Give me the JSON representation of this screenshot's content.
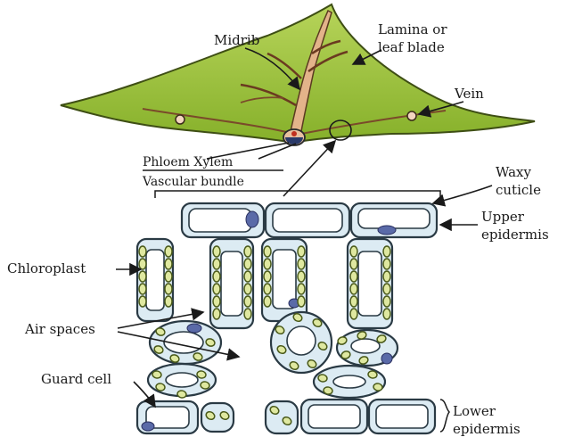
{
  "labels": {
    "midrib": "Midrib",
    "lamina_line1": "Lamina or",
    "lamina_line2": "leaf blade",
    "vein": "Vein",
    "phloem_xylem": "Phloem Xylem",
    "vascular_bundle": "Vascular bundle",
    "waxy_line1": "Waxy",
    "waxy_line2": "cuticle",
    "upper_line1": "Upper",
    "upper_line2": "epidermis",
    "chloroplast": "Chloroplast",
    "air_spaces": "Air spaces",
    "guard_cell": "Guard cell",
    "lower_line1": "Lower",
    "lower_line2": "epidermis"
  },
  "colors": {
    "leaf_fill": "#9cc43a",
    "leaf_outline": "#4a5a1a",
    "midrib_fill": "#e8b88a",
    "cell_fill": "#dcebf3",
    "chloroplast_fill": "#dfe8a0",
    "nucleus_fill": "#5a6aa8"
  }
}
